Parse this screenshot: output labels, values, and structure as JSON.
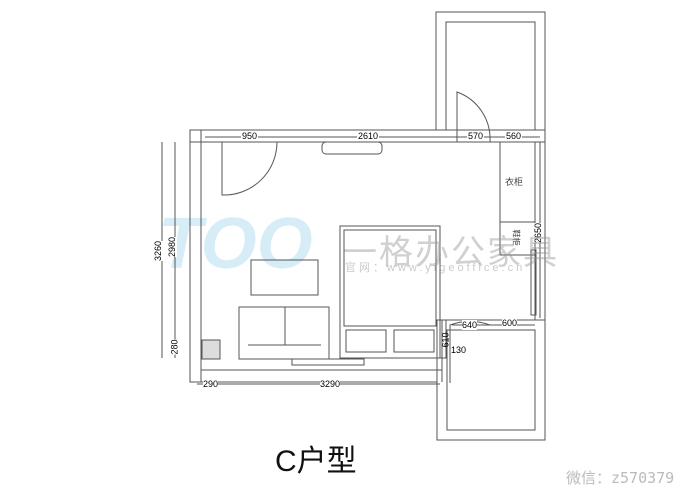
{
  "title": "C户型",
  "dimensions": {
    "top": [
      "950",
      "2610",
      "570",
      "560"
    ],
    "left_total": "3260",
    "left_main": "2980",
    "left_small": "280",
    "bottom": [
      "290",
      "3290"
    ],
    "right": "2650",
    "lower_right": [
      "640",
      "600",
      "610",
      "130"
    ]
  },
  "labels": {
    "wardrobe": "衣柜",
    "shoe_cabinet": "鞋柜"
  },
  "watermark": {
    "logo": "TOO",
    "brand": "一格办公家具",
    "site": "官网：www.yigeoffice.cn",
    "wechat": "微信：z570379"
  }
}
